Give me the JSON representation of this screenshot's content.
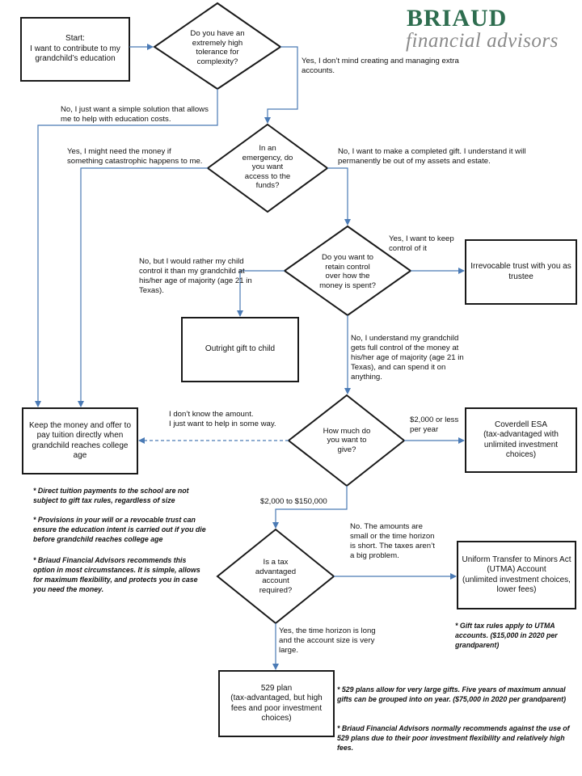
{
  "logo": {
    "line1": "BRIAUD",
    "line2": "financial advisors",
    "colors": {
      "primary": "#2e6d4f",
      "secondary": "#8a8a8a"
    }
  },
  "boxes": {
    "start": "Start:\nI want to contribute to my grandchild’s education",
    "irrevocable_trust": "Irrevocable trust with you as trustee",
    "outright_gift": "Outright gift to child",
    "keep_money": "Keep the money and offer to pay tuition directly when grandchild reaches college age",
    "coverdell": "Coverdell ESA\n(tax-advantaged with unlimited investment choices)",
    "utma": "Uniform Transfer to Minors Act (UTMA) Account\n(unlimited investment choices, lower fees)",
    "plan529": "529 plan\n(tax-advantaged, but high fees and poor investment choices)"
  },
  "decisions": {
    "tolerance": "Do you have an extremely high tolerance for complexity?",
    "emergency": "In an emergency, do you want access to the funds?",
    "retain_control": "Do you want to retain control over how the money is spent?",
    "how_much": "How much do you want to give?",
    "tax_advantaged": "Is a tax advantaged account required?"
  },
  "labels": {
    "yes_complexity": "Yes, I don’t mind creating and managing extra accounts.",
    "no_simple": "No, I just want a simple solution that allows me to help with education costs.",
    "yes_catastrophic": "Yes, I might need the money if something catastrophic happens to me.",
    "no_completed_gift": "No, I want to make a completed gift.  I understand it will permanently be out of my assets and estate.",
    "yes_keep_control": "Yes, I  want to keep control of it",
    "no_child_control": "No, but I would rather my child control it than my grandchild at his/her age of majority (age 21 in Texas).",
    "no_full_control": "No, I understand my grandchild gets full control of the money at his/her age of majority (age 21 in Texas), and can spend it on anything.",
    "dont_know_amount": "I don’t know the amount.\nI just want to help in some way.",
    "two_thousand_or_less": "$2,000 or less\nper year",
    "range_amount": "$2,000 to $150,000",
    "no_small_amounts": "No.  The amounts are small or the time horizon is short.  The taxes aren’t a big problem.",
    "yes_long_horizon": "Yes, the time horizon is long and the account size is very large."
  },
  "notes": {
    "keep_note1": "* Direct tuition payments to the school are not subject to gift tax rules, regardless of size",
    "keep_note2": "* Provisions in your will or a revocable trust can ensure the education intent is carried out if you die before grandchild reaches college age",
    "keep_note3": "* Briaud Financial Advisors recommends this option in most circumstances.  It is simple, allows for maximum flexibility, and protects you in case you need the money.",
    "utma_note": "* Gift tax rules apply to UTMA accounts.  ($15,000 in 2020 per grandparent)",
    "plan529_note1": "* 529 plans allow for very large gifts.  Five years of maximum annual gifts can be grouped into on year.  ($75,000 in 2020 per grandparent)",
    "plan529_note2": "* Briaud Financial Advisors normally recommends against the use of 529 plans due to their poor investment flexibility and relatively high fees."
  },
  "colors": {
    "box_border": "#1a1a1a",
    "arrow": "#4a7ab5"
  }
}
